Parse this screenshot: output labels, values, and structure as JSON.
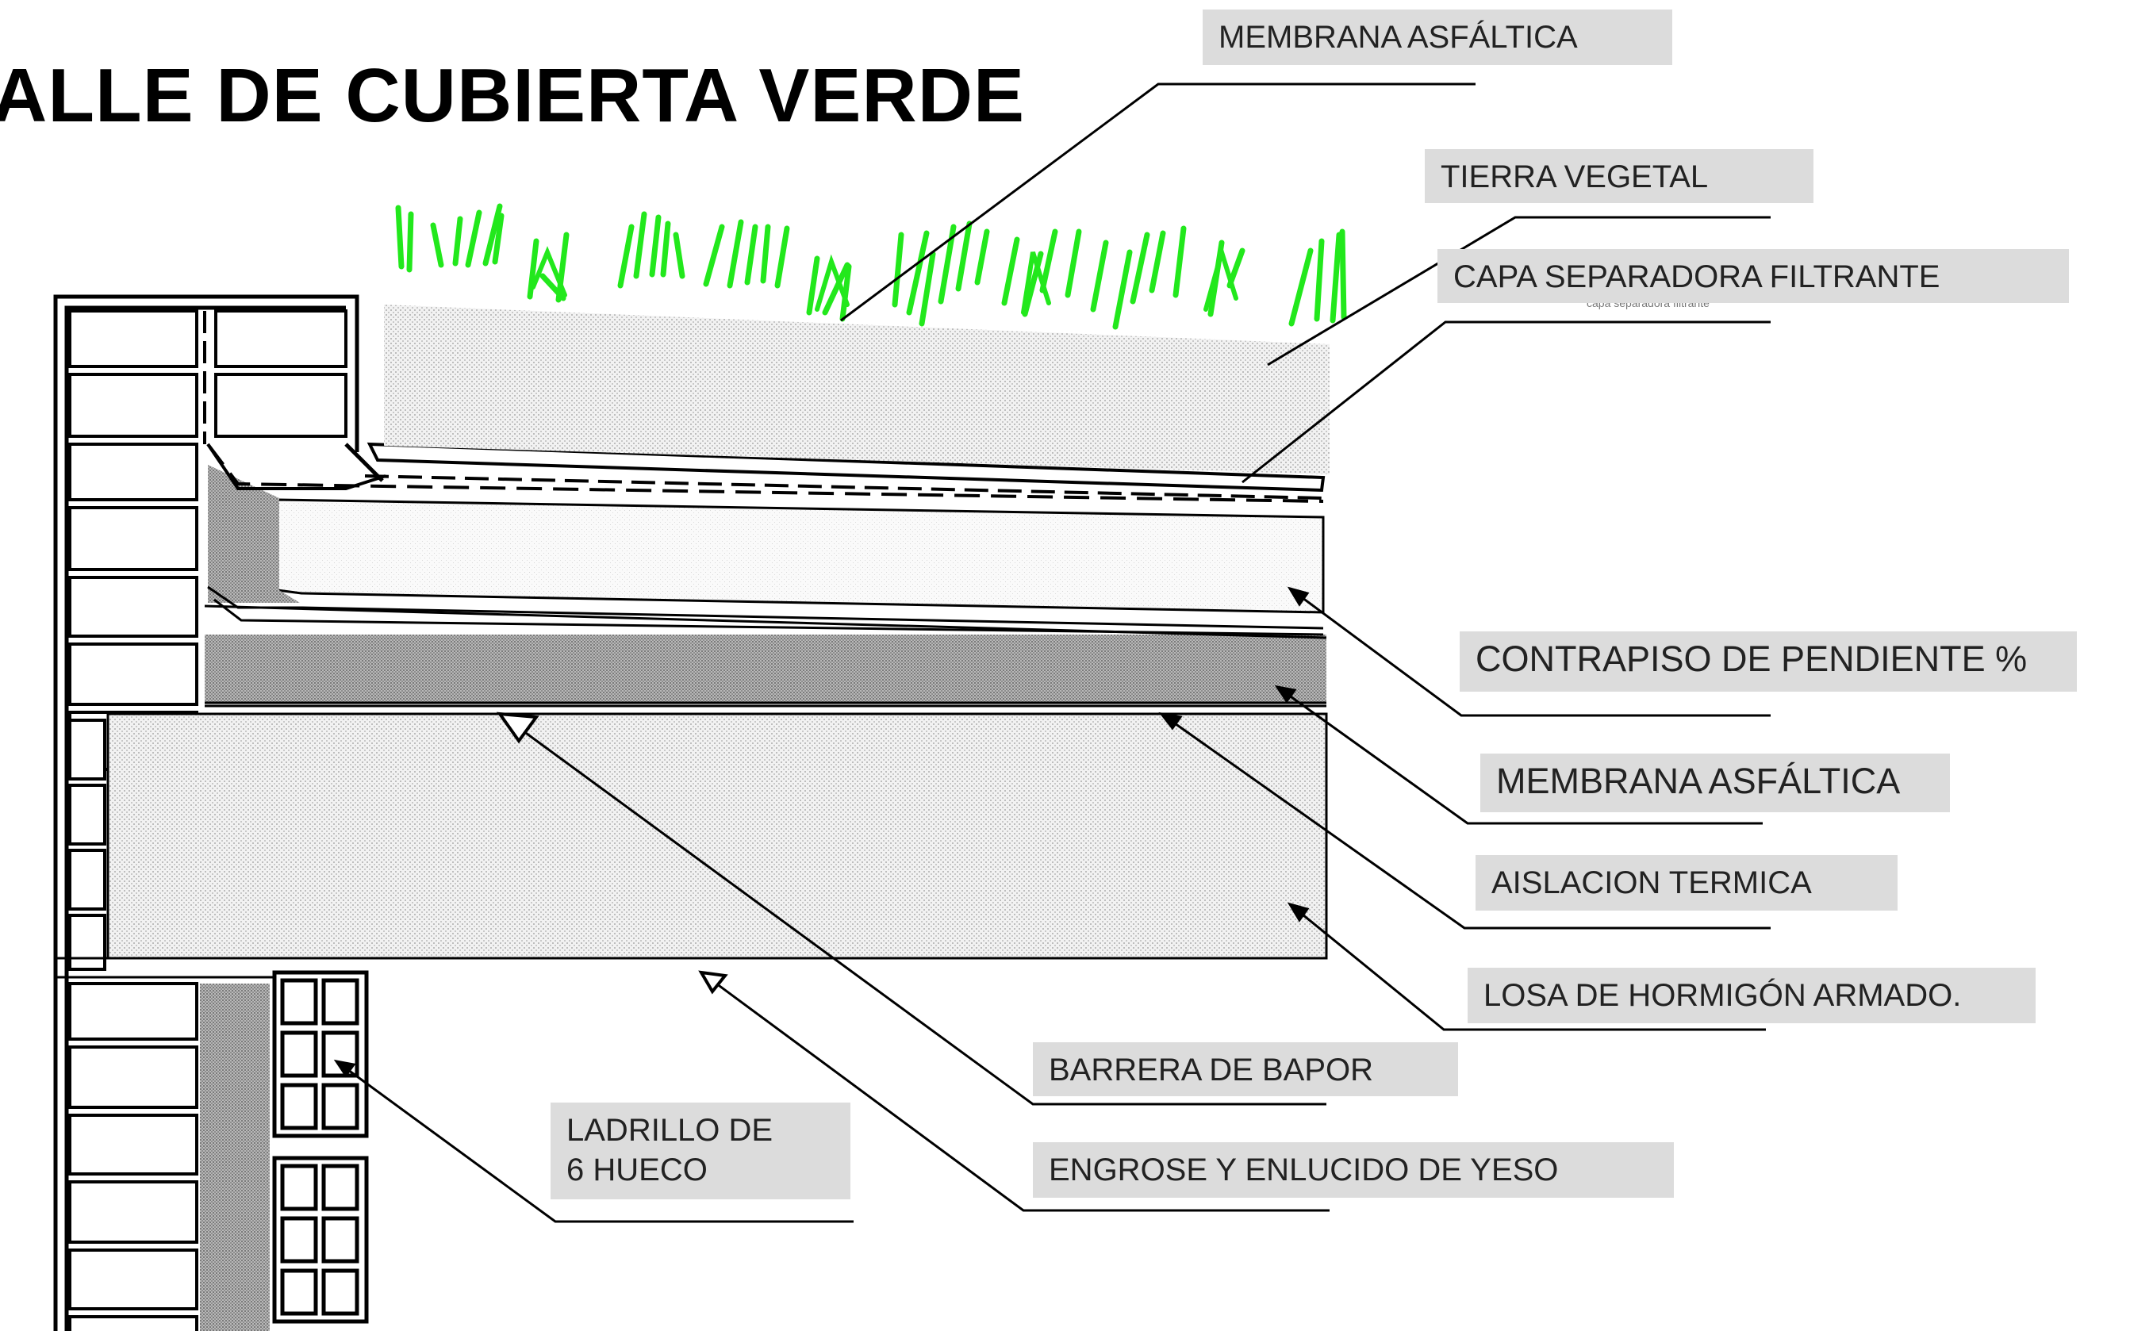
{
  "title": "ALLE DE CUBIERTA VERDE",
  "faint_text": "capa separadora filtrante",
  "colors": {
    "grass": "#22e81c",
    "label_bg": "#dcdcdc",
    "line": "#000000",
    "hatch": "#8a8a8a"
  },
  "labels": {
    "membrana_top": "MEMBRANA ASFÁLTICA",
    "tierra": "TIERRA VEGETAL",
    "capa": "CAPA SEPARADORA FILTRANTE",
    "contrapiso": "CONTRAPISO DE PENDIENTE %",
    "membrana_mid": "MEMBRANA ASFÁLTICA",
    "aislacion": "AISLACION TERMICA",
    "losa": "LOSA DE HORMIGÓN ARMADO.",
    "barrera": "BARRERA DE BAPOR",
    "engrose": "ENGROSE Y ENLUCIDO DE YESO",
    "ladrillo_1": "LADRILLO DE",
    "ladrillo_2": "6 HUECO"
  }
}
